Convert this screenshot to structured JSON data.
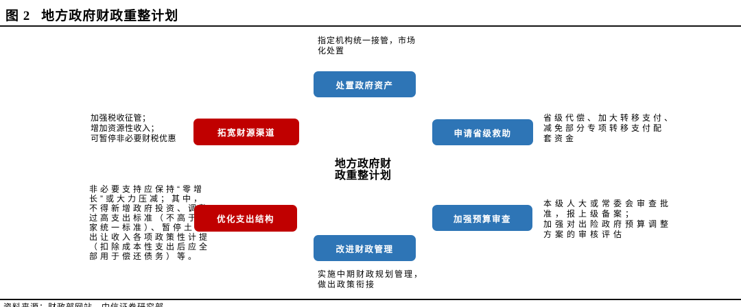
{
  "page": {
    "figure_label": "图 2",
    "figure_title": "地方政府财政重整计划",
    "source_note": "资料来源：财政部网站，中信证券研究部"
  },
  "diagram": {
    "center_label": "地方政府财\n政重整计划",
    "boxes": [
      {
        "id": "dispose-government-assets",
        "label": "处置政府资产",
        "color": "#2E75B6"
      },
      {
        "id": "broaden-revenue-channels",
        "label": "拓宽财源渠道",
        "color": "#C00000"
      },
      {
        "id": "apply-provincial-aid",
        "label": "申请省级救助",
        "color": "#2E75B6"
      },
      {
        "id": "optimize-expenditure",
        "label": "优化支出结构",
        "color": "#C00000"
      },
      {
        "id": "strengthen-budget-review",
        "label": "加强预算审查",
        "color": "#2E75B6"
      },
      {
        "id": "improve-fiscal-management",
        "label": "改进财政管理",
        "color": "#2E75B6"
      }
    ],
    "notes": {
      "top": "指定机构统一接管，市场\n化处置",
      "left1": "加强税收征管；\n增加资源性收入；\n可暂停非必要财税优惠",
      "right1": "省级代偿、加大转移支付、\n减免部分专项转移支付配\n套资金",
      "left2": "非必要支持应保持“零增\n长”或大力压减；其中，\n不得新增政府投资、调整\n过高支出标准（不高于国\n家统一标准）、暂停土地\n出让收入各项政策性计提\n（扣除成本性支出后应全\n部用于偿还债务）等。",
      "right2": "本级人大或常委会审查批\n准，报上级备案；\n加强对出险政府预算调整\n方案的审核评估",
      "bottom": "实施中期财政规划管理，\n做出政策衔接"
    }
  },
  "colors": {
    "blue": "#2E75B6",
    "red": "#C00000",
    "rule": "#111111"
  }
}
